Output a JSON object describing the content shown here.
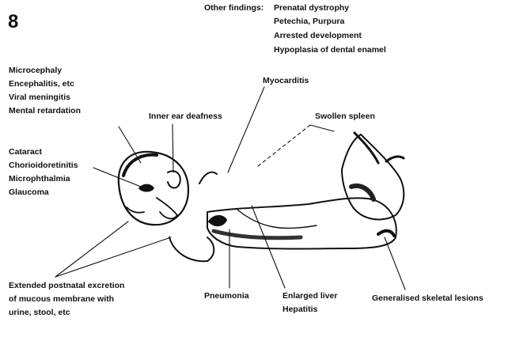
{
  "figure_number": "8",
  "other_findings": {
    "heading": "Other findings:",
    "items": [
      "Prenatal dystrophy",
      "Petechia, Purpura",
      "Arrested development",
      "Hypoplasia of dental enamel"
    ]
  },
  "labels": {
    "brain": [
      "Microcephaly",
      "Encephalitis, etc",
      "Viral meningitis",
      "Mental retardation"
    ],
    "eye": [
      "Cataract",
      "Chorioidoretinitis",
      "Microphthalmia",
      "Glaucoma"
    ],
    "excretion": [
      "Extended postnatal excretion",
      "of mucous membrane with",
      "urine, stool, etc"
    ],
    "ear": "Inner ear deafness",
    "heart": "Myocarditis",
    "spleen": "Swollen spleen",
    "lungs": "Pneumonia",
    "liver": [
      "Enlarged liver",
      "Hepatitis"
    ],
    "skeleton": "Generalised skeletal lesions"
  },
  "colors": {
    "ink": "#111111",
    "background": "#ffffff"
  }
}
